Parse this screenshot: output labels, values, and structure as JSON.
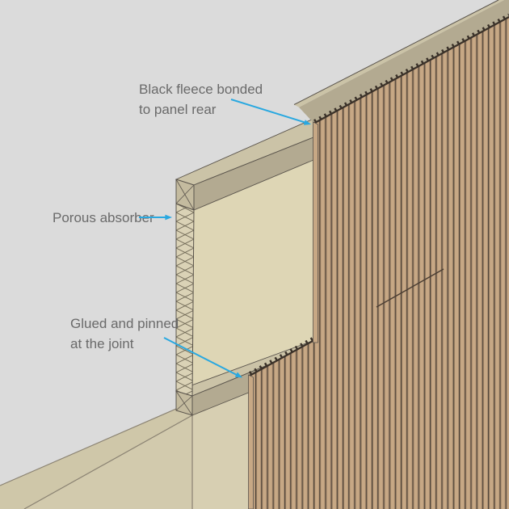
{
  "diagram": {
    "type": "acoustic-wall-panel-cutaway-detail",
    "labels": {
      "fleece": {
        "line1": "Black fleece bonded",
        "line2": "to panel rear"
      },
      "absorber": {
        "text": "Porous absorber"
      },
      "joint": {
        "line1": "Glued and pinned",
        "line2": "at the joint"
      }
    },
    "colors": {
      "background": "#dbdbdb",
      "text": "#6a6a6a",
      "arrow": "#29a8e0",
      "rear_panel": "#ded6b5",
      "lower_wall": "#d2caad",
      "wedge": "#cfc7a9",
      "lower_strip": "#d7cfb2",
      "rail_top": "#cbc3a7",
      "rail_front": "#b3aa91",
      "rail_end": "#c4bb9f",
      "cap_light": "#cbc3a7",
      "cap_fascia": "#b3aa91",
      "slat_face": "#c7a885",
      "slat_groove": "#50443a",
      "slat_mid": "#8d745a",
      "slat_shadow": "#a78b6d",
      "fleece_dark": "#3a3129",
      "outline": "#5a544c",
      "soft_line": "#8a8272",
      "joint_line": "#4a3d32",
      "hatch_bg": "#dad2b6",
      "hatch_line": "#6f6855"
    }
  }
}
